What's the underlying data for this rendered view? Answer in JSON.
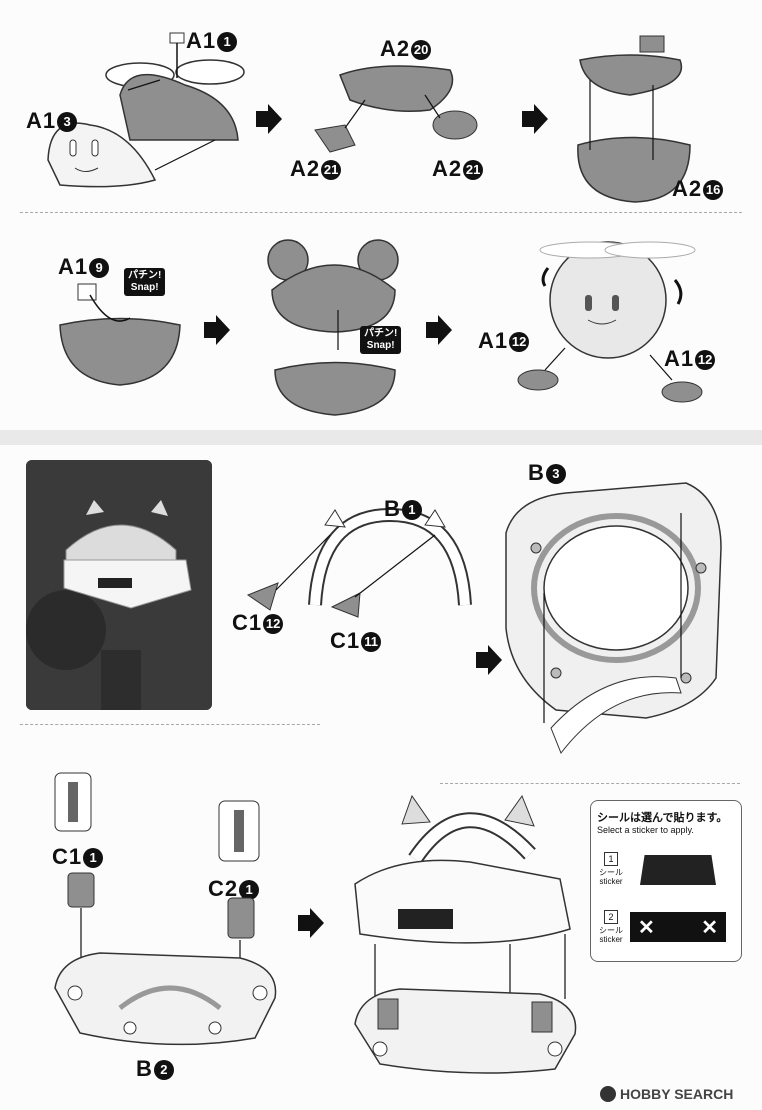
{
  "step1": {
    "labels": {
      "a1_1": "A1",
      "a1_1_num": "1",
      "a1_3": "A1",
      "a1_3_num": "3",
      "a2_20": "A2",
      "a2_20_num": "20",
      "a2_21a": "A2",
      "a2_21a_num": "21",
      "a2_21b": "A2",
      "a2_21b_num": "21",
      "a2_16": "A2",
      "a2_16_num": "16"
    }
  },
  "step2": {
    "labels": {
      "a1_9": "A1",
      "a1_9_num": "9",
      "a1_12a": "A1",
      "a1_12a_num": "12",
      "a1_12b": "A1",
      "a1_12b_num": "12"
    },
    "snap1": {
      "jp": "パチン!",
      "en": "Snap!"
    },
    "snap2": {
      "jp": "パチン!",
      "en": "Snap!"
    }
  },
  "step3": {
    "labels": {
      "b1": "B",
      "b1_num": "1",
      "c1_12": "C1",
      "c1_12_num": "12",
      "c1_11": "C1",
      "c1_11_num": "11",
      "b3": "B",
      "b3_num": "3"
    }
  },
  "step4": {
    "labels": {
      "c1_1": "C1",
      "c1_1_num": "1",
      "c2_1": "C2",
      "c2_1_num": "1",
      "b2": "B",
      "b2_num": "2"
    }
  },
  "sticker": {
    "title": "シールは選んで貼ります。",
    "subtitle": "Select a sticker to apply.",
    "options": [
      {
        "num": "1",
        "label": "シール sticker"
      },
      {
        "num": "2",
        "label": "シール sticker",
        "marks": "✕ ✕"
      }
    ]
  },
  "watermark": "HOBBY SEARCH",
  "colors": {
    "panel": "#fcfcfc",
    "background": "#e9e9e9",
    "part_gray": "#8f8f8f",
    "part_light": "#f2f2f2",
    "ink": "#111111"
  }
}
